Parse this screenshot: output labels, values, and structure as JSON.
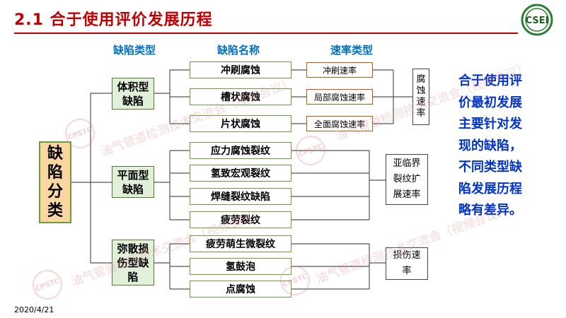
{
  "title": "2.1 合于使用评价发展历程",
  "logo_text": "CSEI",
  "headers": {
    "defect_type": "缺陷类型",
    "defect_name": "缺陷名称",
    "rate_type": "速率类型"
  },
  "main_node": "缺陷分类",
  "categories": [
    {
      "label": "体积型缺陷",
      "defects": [
        "冲刷腐蚀",
        "槽状腐蚀",
        "片状腐蚀"
      ]
    },
    {
      "label": "平面型缺陷",
      "defects": [
        "应力腐蚀裂纹",
        "氢致宏观裂纹",
        "焊缝裂纹缺陷",
        "疲劳裂纹"
      ]
    },
    {
      "label": "弥散损伤型缺陷",
      "defects": [
        "疲劳萌生微裂纹",
        "氢鼓泡",
        "点腐蚀"
      ]
    }
  ],
  "rate_types": [
    "冲刷速率",
    "局部腐蚀速率",
    "全面腐蚀速率"
  ],
  "rates": {
    "corrosion": "腐蚀速率",
    "subcritical": "亚临界裂纹扩展速率",
    "damage": "损伤速率"
  },
  "side_text": "合于使用评价最初发展主要针对发现的缺陷，不同类型缺陷发展历程略有差异。",
  "watermark": "油气管道检测技术交流会（视频会议）",
  "watermark_logo": "CPSTC",
  "date": "2020/4/21",
  "colors": {
    "title": "#c00000",
    "header": "#0070c0",
    "side_text": "#0033cc",
    "main_fill": "#fad7a0",
    "category_fill": "#e2efd9",
    "green_border": "#6b9a3f",
    "orange_border": "#c55a11"
  }
}
